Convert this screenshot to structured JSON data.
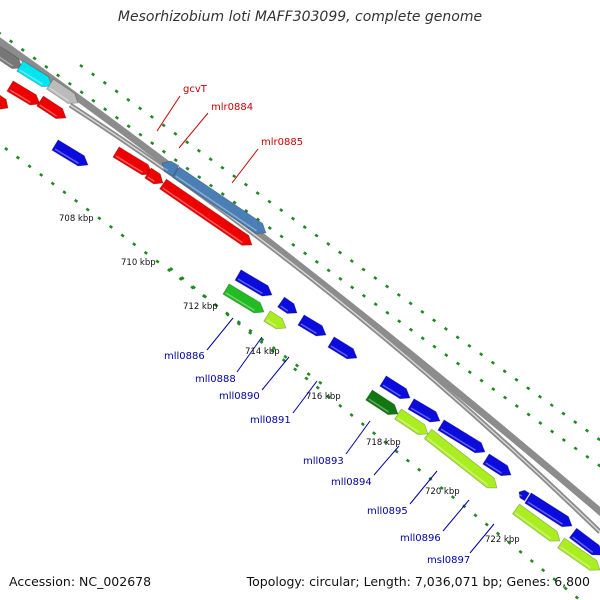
{
  "title": "Mesorhizobium loti MAFF303099, complete genome",
  "accession": "Accession: NC_002678",
  "summary": "Topology: circular; Length: 7,036,071 bp; Genes: 6,800",
  "colors": {
    "backbone": "#8c8c8c",
    "gene_red": "#ee0000",
    "gene_steel": "#4a7fb5",
    "gene_blue": "#0b0bdd",
    "gene_green": "#22bb22",
    "gene_dark_green": "#117711",
    "gene_yellow_green": "#aaee22",
    "gene_cyan": "#00e5f0",
    "gene_gray": "#bbbbbb",
    "gene_dark_gray": "#777777",
    "dots": "#228822",
    "label_red": "#cc0000",
    "label_blue": "#0000aa"
  },
  "tick_labels": [
    {
      "text": "708 kbp"
    },
    {
      "text": "710 kbp"
    },
    {
      "text": "712 kbp"
    },
    {
      "text": "714 kbp"
    },
    {
      "text": "716 kbp"
    },
    {
      "text": "718 kbp"
    },
    {
      "text": "720 kbp"
    },
    {
      "text": "722 kbp"
    }
  ],
  "gene_labels": [
    {
      "text": "gcvT",
      "color": "red"
    },
    {
      "text": "mlr0884",
      "color": "red"
    },
    {
      "text": "mlr0885",
      "color": "red"
    },
    {
      "text": "mll0886",
      "color": "blue"
    },
    {
      "text": "mll0888",
      "color": "blue"
    },
    {
      "text": "mll0890",
      "color": "blue"
    },
    {
      "text": "mll0891",
      "color": "blue"
    },
    {
      "text": "mll0893",
      "color": "blue"
    },
    {
      "text": "mll0894",
      "color": "blue"
    },
    {
      "text": "mll0895",
      "color": "blue"
    },
    {
      "text": "mll0896",
      "color": "blue"
    },
    {
      "text": "msl0897",
      "color": "blue"
    }
  ]
}
